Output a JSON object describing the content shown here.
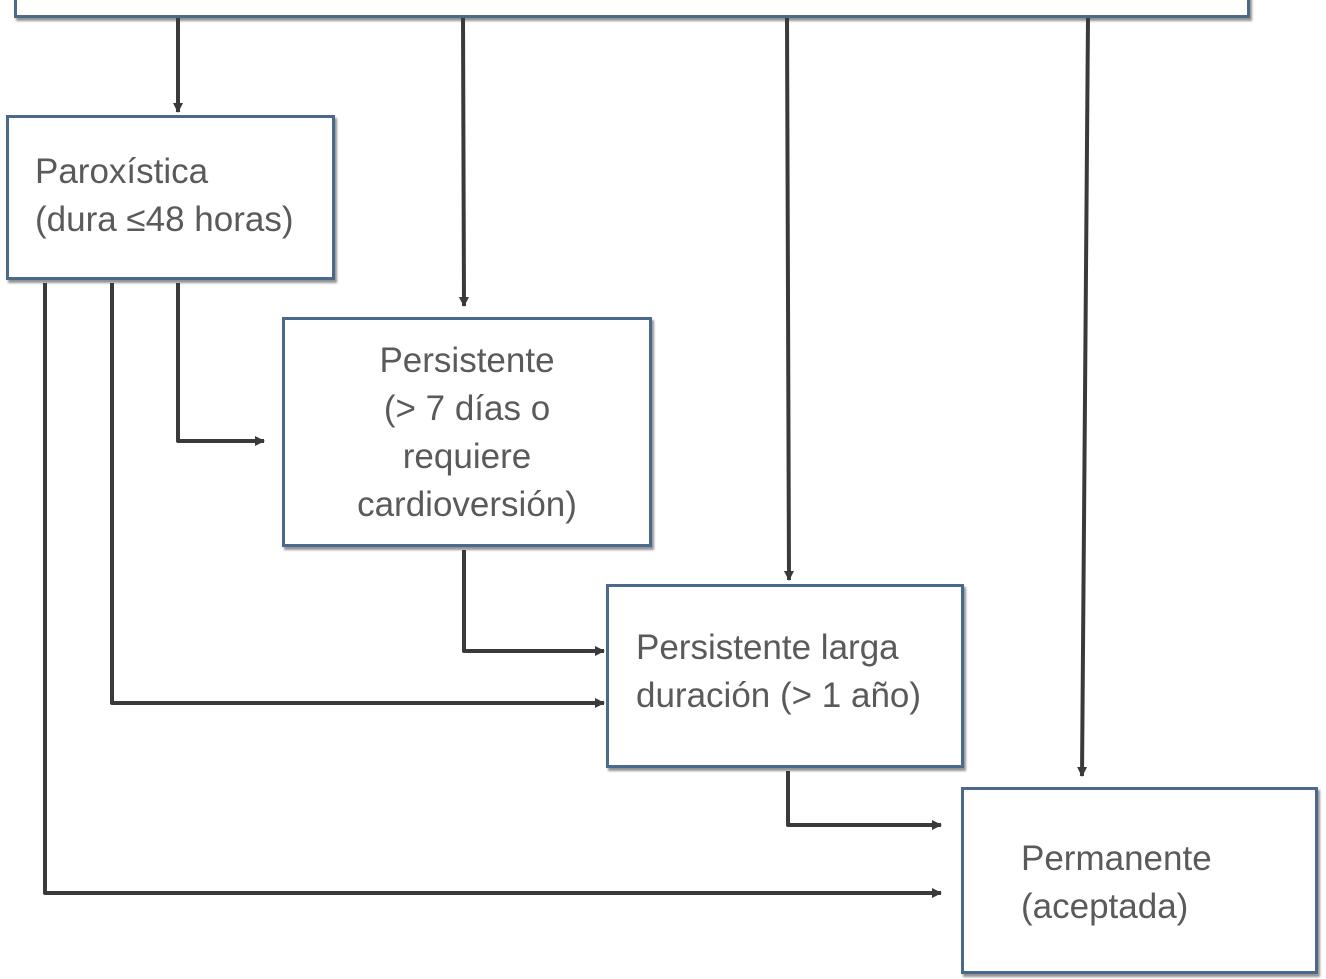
{
  "diagram": {
    "colors": {
      "box_border": "#4a6a8c",
      "text": "#5a5a5a",
      "connector": "#3a3a3a"
    },
    "nodes": {
      "paroxistica": {
        "lines": [
          "Paroxística",
          "(dura ≤48 horas)"
        ]
      },
      "persistente": {
        "lines": [
          "Persistente",
          "(> 7 días o",
          "requiere",
          "cardioversión)"
        ]
      },
      "larga": {
        "lines": [
          "Persistente larga",
          "duración (> 1 año)"
        ]
      },
      "permanente": {
        "lines": [
          "Permanente",
          "(aceptada)"
        ]
      }
    },
    "edges": [
      {
        "from": "top",
        "to": "paroxistica"
      },
      {
        "from": "top",
        "to": "persistente"
      },
      {
        "from": "top",
        "to": "larga"
      },
      {
        "from": "top",
        "to": "permanente"
      },
      {
        "from": "paroxistica",
        "to": "persistente"
      },
      {
        "from": "paroxistica",
        "to": "larga"
      },
      {
        "from": "paroxistica",
        "to": "permanente"
      },
      {
        "from": "persistente",
        "to": "larga"
      },
      {
        "from": "larga",
        "to": "permanente"
      }
    ]
  }
}
